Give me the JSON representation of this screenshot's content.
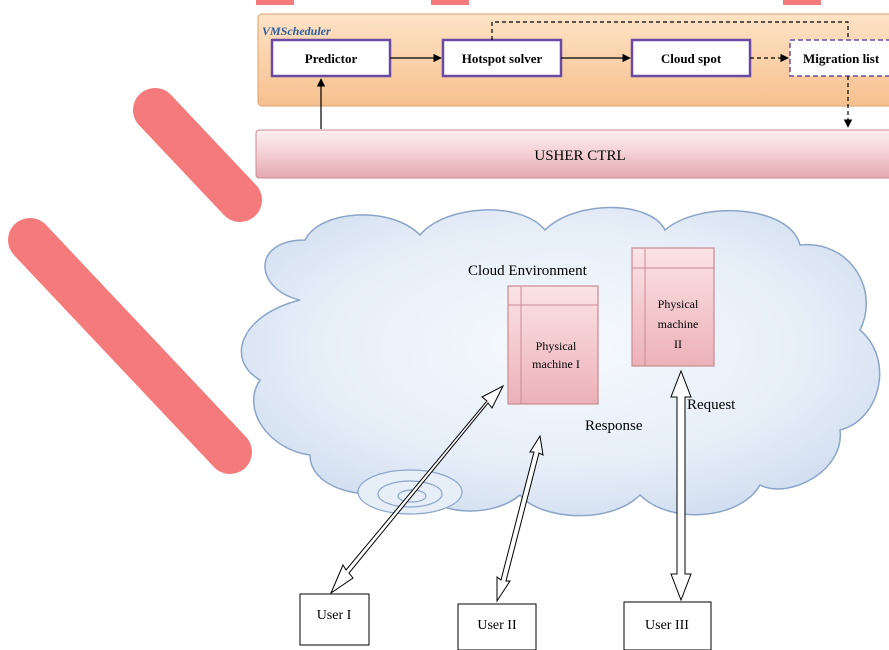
{
  "scheduler": {
    "title": "VMScheduler",
    "boxes": {
      "predictor": "Predictor",
      "hotspot_solver": "Hotspot solver",
      "cloud_spot": "Cloud spot",
      "migration_list": "Migration list"
    }
  },
  "usher_ctrl": "USHER CTRL",
  "cloud": {
    "label": "Cloud Environment",
    "machine1": [
      "Physical",
      "machine I"
    ],
    "machine2": [
      "Physical",
      "machine",
      "II"
    ],
    "response": "Response",
    "request": "Request"
  },
  "users": [
    "User I",
    "User II",
    "User III"
  ],
  "colors": {
    "scheduler_band": "#f8c89a",
    "box_border": "#6a4aa3",
    "usher_band": "#f1c8cb",
    "cloud_fill": "#dce6f3",
    "cloud_stroke": "#8ba4c8",
    "machine_fill": "#f3c1c6",
    "marker": "#f47a7c"
  }
}
